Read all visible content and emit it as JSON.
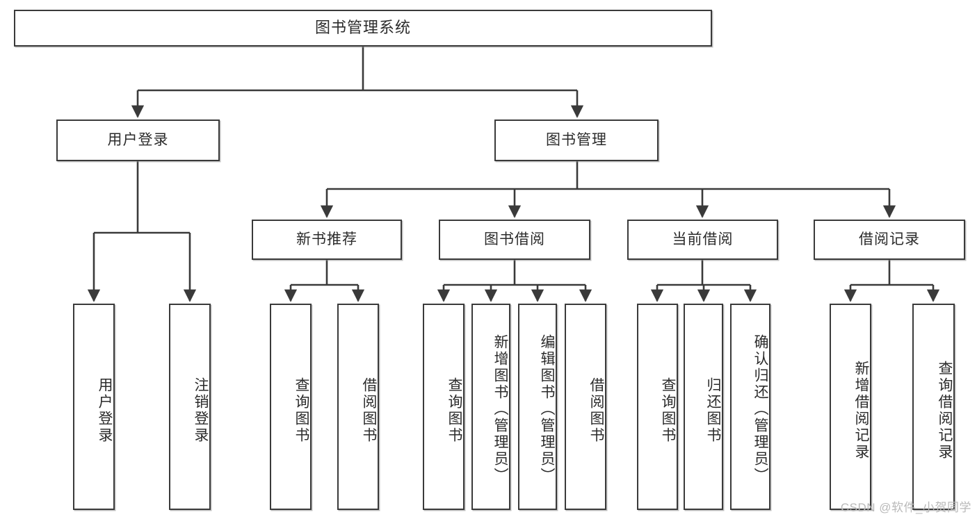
{
  "diagram": {
    "title": "图书管理系统",
    "watermark": "CSDN @软件_小贺同学",
    "root": {
      "label": "图书管理系统"
    },
    "level2": [
      {
        "label": "用户登录"
      },
      {
        "label": "图书管理"
      }
    ],
    "level3": [
      {
        "label": "新书推荐"
      },
      {
        "label": "图书借阅"
      },
      {
        "label": "当前借阅"
      },
      {
        "label": "借阅记录"
      }
    ],
    "leaves": {
      "user_login": [
        {
          "label": "用户登录"
        },
        {
          "label": "注销登录"
        }
      ],
      "new_book_recommend": [
        {
          "label": "查询图书"
        },
        {
          "label": "借阅图书"
        }
      ],
      "book_borrow": [
        {
          "label": "查询图书"
        },
        {
          "label": "新增图书（管理员）"
        },
        {
          "label": "编辑图书（管理员）"
        },
        {
          "label": "借阅图书"
        }
      ],
      "current_borrow": [
        {
          "label": "查询图书"
        },
        {
          "label": "归还图书"
        },
        {
          "label": "确认归还（管理员）"
        }
      ],
      "borrow_records": [
        {
          "label": "新增借阅记录"
        },
        {
          "label": "查询借阅记录"
        }
      ]
    },
    "colors": {
      "stroke": "#3a3a3a",
      "text": "#2b2b2b",
      "background": "#ffffff",
      "watermark": "#b9b9b9"
    }
  }
}
